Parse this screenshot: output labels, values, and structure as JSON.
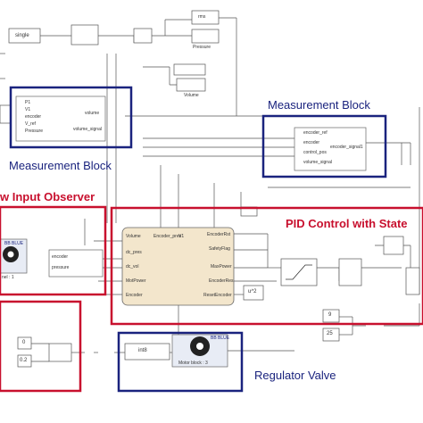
{
  "labels": {
    "single": "single",
    "rms": "rms",
    "pressure_scope": "Pressure",
    "volume_scope": "Volume",
    "measurement_block_left": "Measurement Block",
    "measurement_block_right": "Measurement Block",
    "input_observer": "w Input Observer",
    "pid_control": "PID Control with State",
    "regulator_valve": "Regulator Valve"
  },
  "ports": {
    "meas_left_in": [
      "P1",
      "V1",
      "encoder",
      "V_ref",
      "Pressure"
    ],
    "meas_left_out": [
      "volume",
      "volume_signal"
    ],
    "meas_right_in": [
      "encoder_ref",
      "encoder",
      "control_pos",
      "volume_signal"
    ],
    "meas_right_out": [
      "encoder_signal1"
    ],
    "pid_in": [
      "Volume",
      "dc_pres",
      "dc_vol",
      "MotPower",
      "Encoder"
    ],
    "pid_out": [
      "EncoderRst",
      "SafetyFlag",
      "MaxPower",
      "EncoderRes",
      "ResetEncoder"
    ],
    "pid_top": [
      "Encoder_pres",
      "V1"
    ],
    "observer_ports": [
      "encoder",
      "pressure"
    ]
  },
  "blocks": {
    "bb_blue_observer": "BB BLUE",
    "bb_blue_valve": "BB BLUE",
    "motor_block": "Motor block : 3",
    "observer_caption": "nel : 1",
    "const_9": "9",
    "const_25": "25",
    "const_0": "0",
    "const_2": "0.2",
    "gain_x2": "u^2",
    "int8": "int8"
  },
  "colors": {
    "blue_box": "#1a237e",
    "red_box": "#c8102e",
    "wire": "#555555",
    "pid_fill": "#f3e6cc"
  }
}
